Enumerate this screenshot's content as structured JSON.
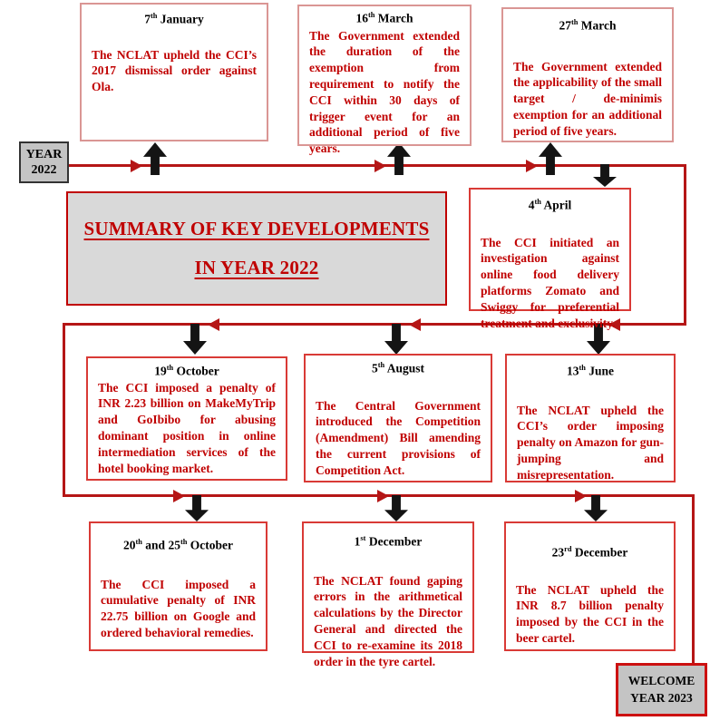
{
  "colors": {
    "body_text_red": "#C00000",
    "connector_red": "#B51616",
    "top_box_border": "#DA9694",
    "event_box_border": "#D93A36",
    "gray_fill": "#D9D9D9",
    "badge_gray_fill": "#C4C4C4",
    "arrow_black": "#141414"
  },
  "title": {
    "line1": "SUMMARY OF KEY DEVELOPMENTS",
    "line2": "IN YEAR 2022"
  },
  "year_badge": {
    "line1": "YEAR",
    "line2": "2022"
  },
  "welcome_badge": {
    "line1": "WELCOME",
    "line2": "YEAR 2023"
  },
  "events": [
    {
      "id": "jan7",
      "date_parts": [
        {
          "t": "7"
        },
        {
          "s": "th"
        },
        {
          "t": " January"
        }
      ],
      "body": "The NCLAT upheld the CCI’s 2017 dismissal order against Ola."
    },
    {
      "id": "mar16",
      "date_parts": [
        {
          "t": "16"
        },
        {
          "s": "th"
        },
        {
          "t": " March"
        }
      ],
      "body": "The Government extended the duration of the exemption from requirement to notify the CCI within 30 days of trigger event for an additional period of five years."
    },
    {
      "id": "mar27",
      "date_parts": [
        {
          "t": "27"
        },
        {
          "s": "th"
        },
        {
          "t": " March"
        }
      ],
      "body": "The Government extended the applicability of the small target / de-minimis exemption for an additional period of five years."
    },
    {
      "id": "apr4",
      "date_parts": [
        {
          "t": "4"
        },
        {
          "s": "th"
        },
        {
          "t": " April"
        }
      ],
      "body": "The CCI initiated an investigation against online food delivery platforms Zomato and Swiggy for preferential treatment and exclusivity."
    },
    {
      "id": "oct19",
      "date_parts": [
        {
          "t": "19"
        },
        {
          "s": "th"
        },
        {
          "t": " October"
        }
      ],
      "body": "The CCI imposed a penalty of INR 2.23 billion on MakeMyTrip and GoIbibo for abusing dominant position in online intermediation services of the hotel booking market."
    },
    {
      "id": "aug5",
      "date_parts": [
        {
          "t": "5"
        },
        {
          "s": "th"
        },
        {
          "t": " August"
        }
      ],
      "body": "The Central Government introduced the Competition (Amendment) Bill amending the current provisions of Competition Act."
    },
    {
      "id": "jun13",
      "date_parts": [
        {
          "t": "13"
        },
        {
          "s": "th"
        },
        {
          "t": " June"
        }
      ],
      "body": "The NCLAT upheld the CCI’s order imposing penalty on Amazon for gun-jumping and misrepresentation."
    },
    {
      "id": "oct2025",
      "date_parts": [
        {
          "t": "20"
        },
        {
          "s": "th"
        },
        {
          "t": " and 25"
        },
        {
          "s": "th"
        },
        {
          "t": " October"
        }
      ],
      "body": "The CCI imposed a cumulative penalty of INR 22.75 billion on Google and ordered behavioral remedies."
    },
    {
      "id": "dec1",
      "date_parts": [
        {
          "t": "1"
        },
        {
          "s": "st"
        },
        {
          "t": " December"
        }
      ],
      "body": "The NCLAT found gaping errors in the arithmetical calculations by the Director General and directed the CCI to re-examine its 2018 order in the tyre cartel."
    },
    {
      "id": "dec23",
      "date_parts": [
        {
          "t": "23"
        },
        {
          "s": "rd"
        },
        {
          "t": " December"
        }
      ],
      "body": "The NCLAT upheld the INR 8.7 billion penalty imposed by the CCI in the beer cartel."
    }
  ]
}
